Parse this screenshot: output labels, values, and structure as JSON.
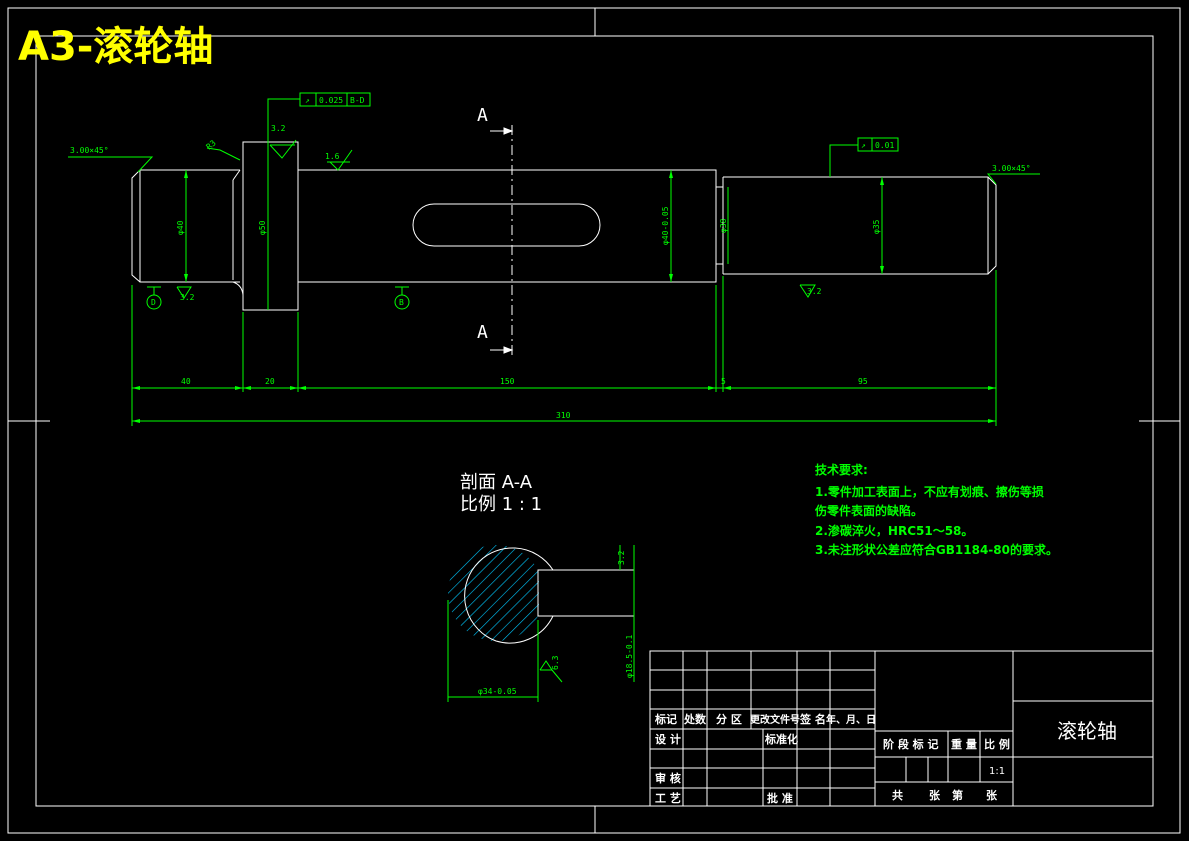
{
  "header": {
    "title": "A3-滚轮轴"
  },
  "colors": {
    "outline": "#ffffff",
    "dim": "#00ff00",
    "title": "#ffff00",
    "hatch": "#00c8ff",
    "axis": "#ffffff"
  },
  "section_marks": {
    "top": "A",
    "bottom": "A",
    "datum_d": "D",
    "datum_b": "B"
  },
  "tolerances": {
    "runout_left": {
      "symbol": "↗",
      "value": "0.025",
      "datum": "B-D"
    },
    "runout_right": {
      "symbol": "↗",
      "value": "0.01"
    }
  },
  "roughness": {
    "collar_top": "3.2",
    "keyway_top": "1.6",
    "left_end_bottom": "3.2",
    "right_end_bottom": "3.2",
    "chamfer_left": "R3",
    "keyway_section_top": "3.2",
    "keyway_section_bottom": "6.3"
  },
  "chamfers": {
    "left": "3.00×45°",
    "right": "3.00×45°"
  },
  "diameters": {
    "left": "φ40",
    "collar": "φ50",
    "middle": "φ40-0.05",
    "groove": "φ38",
    "right": "φ35",
    "section": "φ34-0.05",
    "section_keyway": "φ18.5-0.1"
  },
  "dimensions": {
    "seg1": "40",
    "seg2": "20",
    "seg3": "150",
    "seg4": "5",
    "seg5": "95",
    "total": "310"
  },
  "section_view": {
    "title_line1": "剖面 A-A",
    "title_line2": "比例 1 : 1"
  },
  "tech_requirements": {
    "heading": "技术要求:",
    "line1": "1.零件加工表面上，不应有划痕、擦伤等损",
    "line2": "伤零件表面的缺陷。",
    "line3": "2.渗碳淬火，HRC51～58。",
    "line4": "3.未注形状公差应符合GB1184-80的要求。"
  },
  "title_block": {
    "part_name": "滚轮轴",
    "header_cells": [
      "标记",
      "处数",
      "分 区",
      "更改文件号",
      "签 名",
      "年、月、日"
    ],
    "design": "设 计",
    "standardize": "标准化",
    "review": "审 核",
    "process": "工 艺",
    "approve": "批 准",
    "stage_mark": "阶 段 标 记",
    "weight": "重 量",
    "scale_label": "比 例",
    "scale": "1:1",
    "sheets": "共",
    "sheets_unit": "张",
    "sheet_no": "第",
    "sheet_unit": "张"
  }
}
